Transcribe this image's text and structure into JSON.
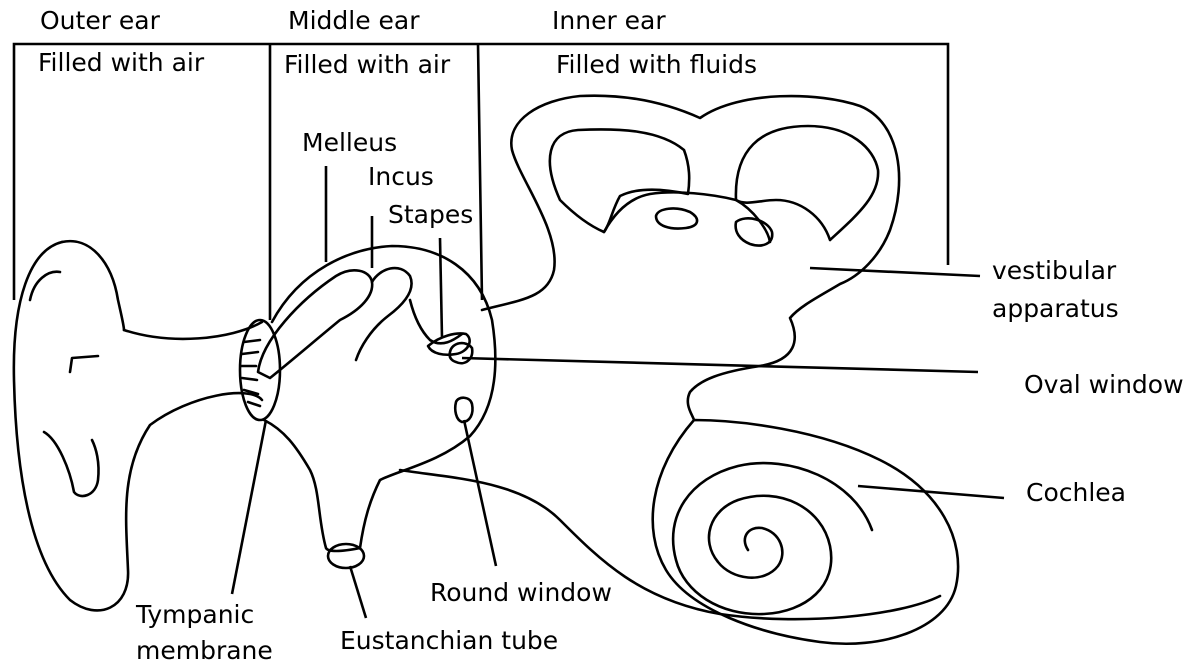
{
  "sections": {
    "outer_ear": {
      "title": "Outer ear",
      "subtitle": "Filled with air"
    },
    "middle_ear": {
      "title": "Middle ear",
      "subtitle": "Filled with air"
    },
    "inner_ear": {
      "title": "Inner ear",
      "subtitle": "Filled with fluids"
    }
  },
  "labels": {
    "melleus": "Melleus",
    "incus": "Incus",
    "stapes": "Stapes",
    "vestibular_line1": "vestibular",
    "vestibular_line2": "apparatus",
    "oval_window": "Oval window",
    "cochlea": "Cochlea",
    "round_window": "Round window",
    "tympanic_line1": "Tympanic",
    "tympanic_line2": "membrane",
    "eustachian_tube": "Eustanchian tube"
  },
  "colors": {
    "ink": "#000000",
    "background": "#ffffff"
  }
}
